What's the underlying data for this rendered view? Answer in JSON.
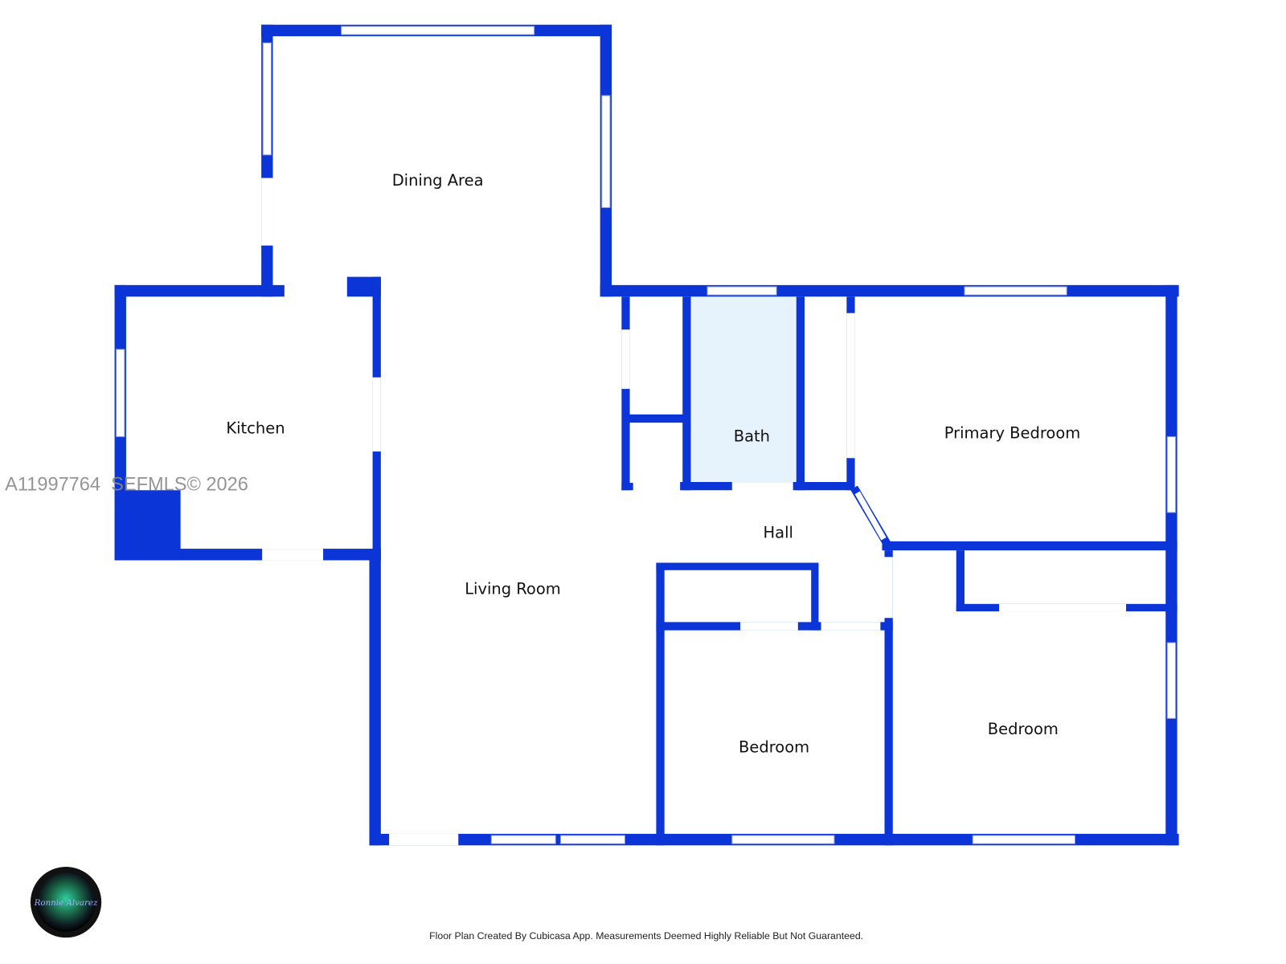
{
  "rooms": {
    "dining": "Dining Area",
    "kitchen": "Kitchen",
    "bath": "Bath",
    "primary_bedroom": "Primary Bedroom",
    "hall": "Hall",
    "living": "Living Room",
    "bedroom_1": "Bedroom",
    "bedroom_2": "Bedroom"
  },
  "watermark": "A11997764  SEFMLS© 2026",
  "footer": "Floor Plan Created By Cubicasa App. Measurements Deemed Highly Reliable But Not Guaranteed.",
  "logo_text": "Ronnie Alvarez",
  "colors": {
    "wall": "#0b35d6",
    "bath_fill": "#e6f3fc"
  }
}
